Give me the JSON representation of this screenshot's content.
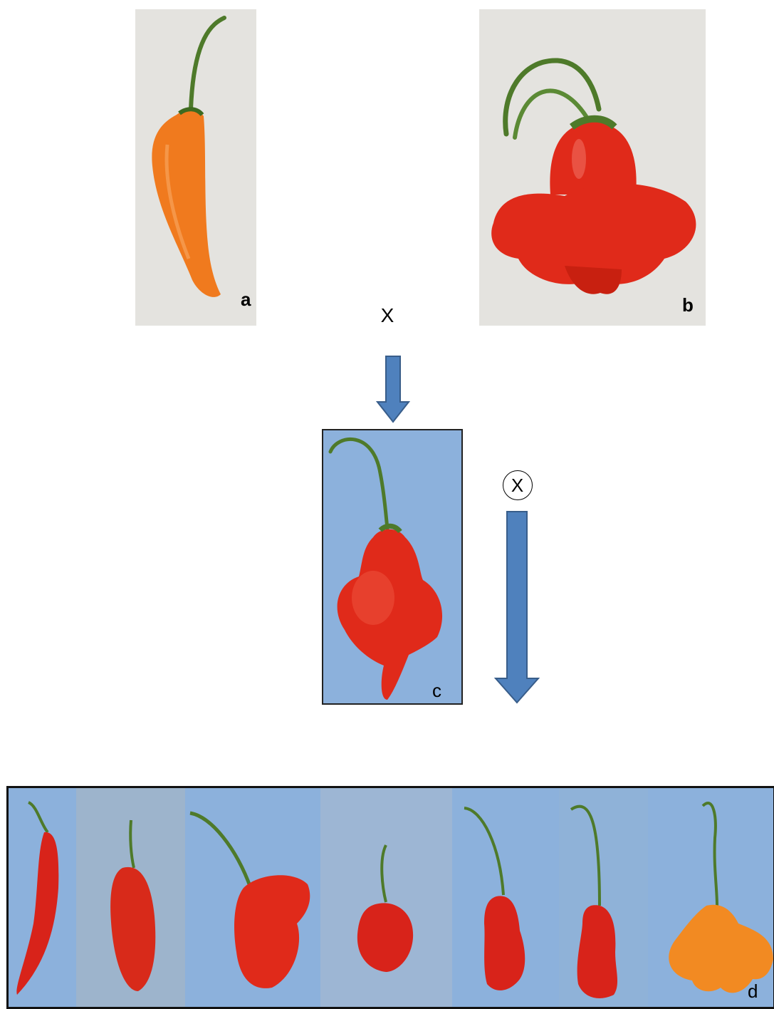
{
  "panels": {
    "a": {
      "label": "a"
    },
    "b": {
      "label": "b"
    },
    "c": {
      "label": "c"
    },
    "d": {
      "label": "d"
    }
  },
  "cross_symbol": "X",
  "self_symbol": "X",
  "colors": {
    "arrow_fill": "#4f81bd",
    "arrow_stroke": "#385d8a",
    "background_light": "#e4e3df",
    "background_blue": "#8cb1dc",
    "pepper_orange": "#f07a1e",
    "pepper_red": "#e02a1a",
    "stem_green": "#4e7a2a"
  }
}
